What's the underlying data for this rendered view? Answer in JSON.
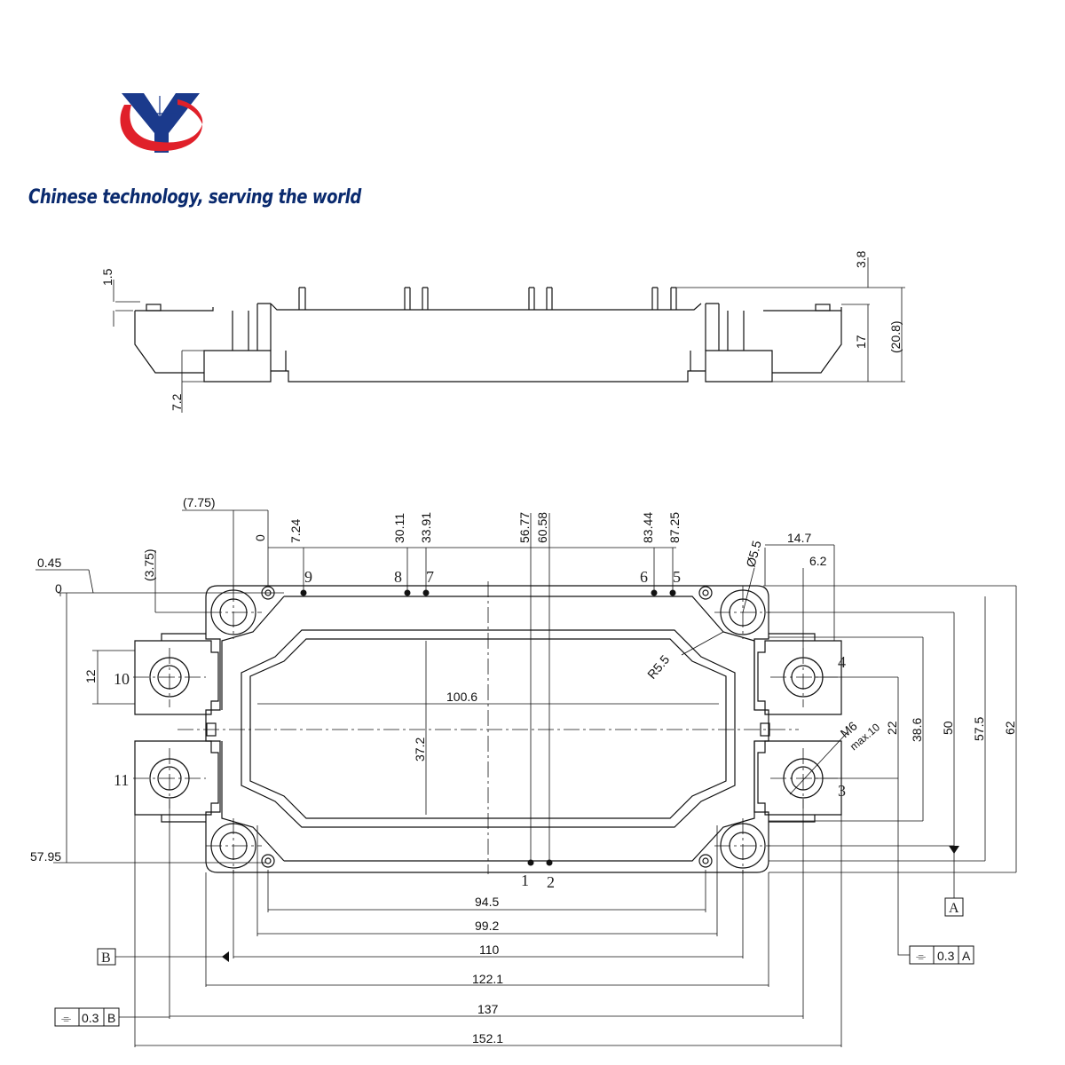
{
  "brand": {
    "tagline": "Chinese technology, serving the world",
    "colors": {
      "red": "#e0202a",
      "blue": "#1b3a8c"
    }
  },
  "side_view": {
    "dims": {
      "lead_thickness": "1.5",
      "base_height": "7.2",
      "pin_above": "3.8",
      "body_height": "17",
      "total_height": "(20.8)"
    }
  },
  "top_view": {
    "top_dims": [
      "(7.75)",
      "0",
      "7.24",
      "30.11",
      "33.91",
      "56.77",
      "60.58",
      "83.44",
      "87.25"
    ],
    "left_dims": [
      "(3.75)",
      "0.45",
      "0",
      "12",
      "57.95"
    ],
    "right_dims": [
      "14.7",
      "6.2",
      "Ø5.5",
      "R5.5",
      "M6",
      "max.10",
      "22",
      "38.6",
      "50",
      "57.5",
      "62"
    ],
    "center_dims": [
      "100.6",
      "37.2"
    ],
    "bottom_dims": [
      "94.5",
      "99.2",
      "110",
      "122.1",
      "137",
      "152.1"
    ],
    "pins": [
      "9",
      "8",
      "7",
      "6",
      "5",
      "4",
      "10",
      "11",
      "3",
      "1",
      "2"
    ],
    "datums": [
      "A",
      "B"
    ],
    "tolerances": [
      {
        "symbol": "⌯",
        "value": "0.3",
        "datum": "A"
      },
      {
        "symbol": "⌯",
        "value": "0.3",
        "datum": "B"
      }
    ]
  }
}
